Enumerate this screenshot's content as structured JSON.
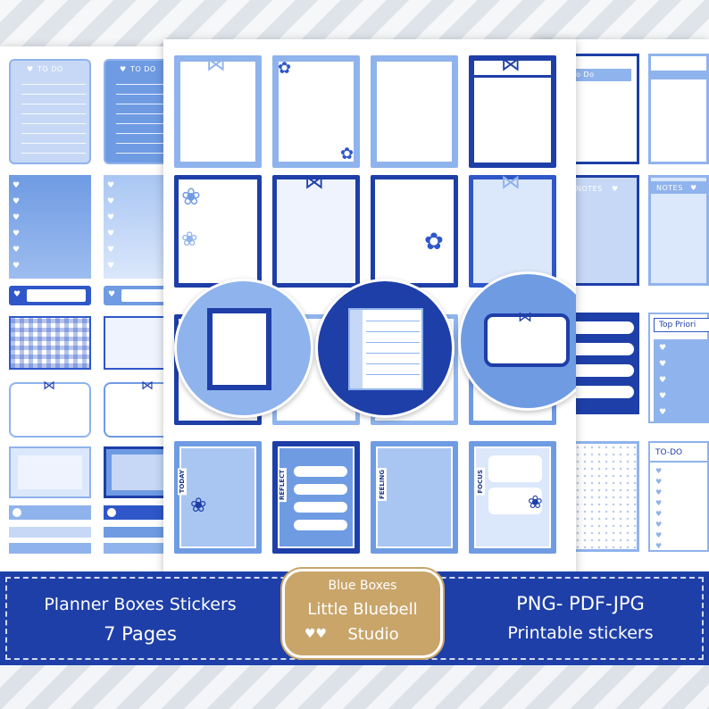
{
  "colors": {
    "navy": "#1e3fa8",
    "royal": "#2f57c9",
    "sky": "#8fb3ec",
    "pale": "#c6d8f6",
    "paper": "#ffffff",
    "badge_gold": "#c9a56a"
  },
  "left_sheet": {
    "todo_label_1": "TO DO",
    "todo_label_2": "TO DO"
  },
  "right_sheet": {
    "todo_label": "To Do",
    "notes_label_1": "NOTES",
    "notes_label_2": "NOTES",
    "top_priority_label": "Top Priori",
    "todo_label_2": "TO-DO"
  },
  "center_sheet": {
    "vertical_labels": [
      "TODAY",
      "REFLECT",
      "FEELING",
      "FOCUS"
    ]
  },
  "banner": {
    "left_line_1": "Planner Boxes Stickers",
    "left_line_2": "7 Pages",
    "right_line_1": "PNG- PDF-JPG",
    "right_line_2": "Printable stickers"
  },
  "badge": {
    "line_1": "Blue Boxes",
    "line_2": "Little Bluebell",
    "line_3": "Studio",
    "icon": "double-heart-icon"
  }
}
